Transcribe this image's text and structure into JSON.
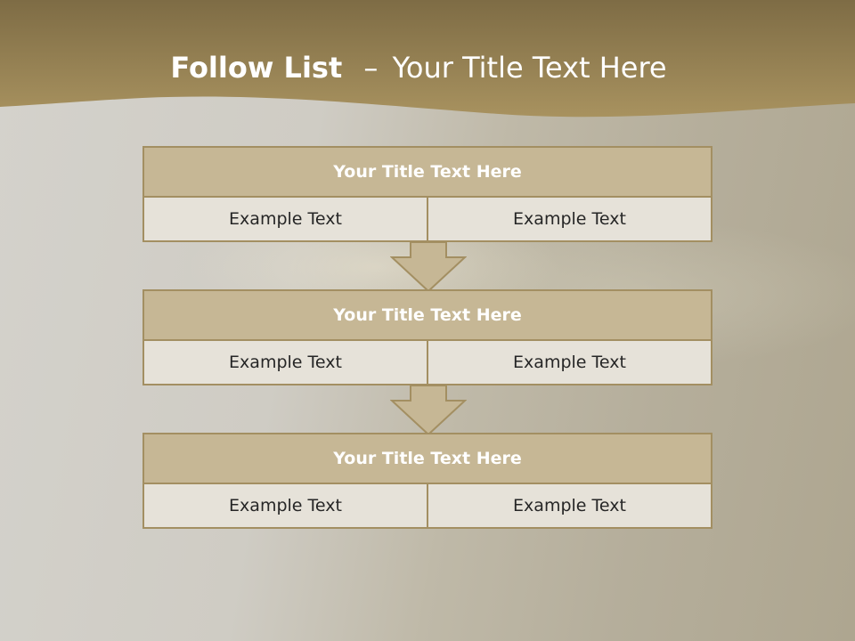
{
  "slide": {
    "title_bold": "Follow List",
    "title_separator": "–",
    "title_rest": "Your Title Text Here"
  },
  "blocks": [
    {
      "title": "Your Title Text Here",
      "left": "Example Text",
      "right": "Example Text"
    },
    {
      "title": "Your Title Text Here",
      "left": "Example Text",
      "right": "Example Text"
    },
    {
      "title": "Your Title Text Here",
      "left": "Example Text",
      "right": "Example Text"
    }
  ],
  "colors": {
    "header_band": "#8c7a52",
    "title_fill": "#c6b795",
    "cell_fill": "#e6e2d9",
    "border": "#a38f62"
  }
}
